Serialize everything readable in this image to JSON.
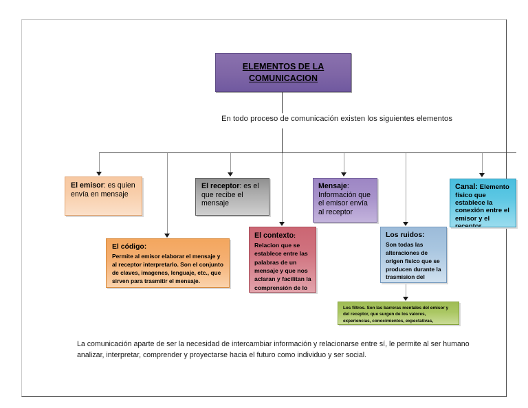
{
  "document": {
    "title": "ELEMENTOS DE LA COMUNICACION",
    "subtitle": "En todo proceso de comunicación existen los siguientes elementos",
    "footer": "La comunicación aparte de ser la necesidad de intercambiar información y relacionarse entre sí, le permite al ser humano analizar, interpretar, comprender y proyectarse hacia el futuro como individuo y ser social."
  },
  "nodes": {
    "emisor": {
      "heading": "El emisor",
      "body": ": es quien  envía en mensaje",
      "color": "#f8cda9"
    },
    "receptor": {
      "heading": "El receptor",
      "body": ": es el que recibe el mensaje",
      "color": "#a9a9a9"
    },
    "mensaje": {
      "heading": "Mensaje",
      "body": ": Información que el emisor envía al receptor",
      "color": "#a893cb"
    },
    "canal": {
      "heading": "Canal:",
      "body": " Elemento físico que establece la conexión entre el emisor y el receptor.",
      "color": "#5cc7e3"
    },
    "codigo": {
      "heading": "El código:",
      "body": "Permite al emisor elaborar el mensaje y al receptor interpretarlo. Son  el conjunto de claves, imagenes, lenguaje, etc., que sirven para trasmitir el mensaje.",
      "color": "#f5b073"
    },
    "contexto": {
      "heading": "El contexto",
      "body": ": Relacion que se establece entre las palabras de un mensaje y que nos aclaran y facilitan la comprensión de lo que se quiere expresar",
      "color": "#d0737f"
    },
    "ruidos": {
      "heading": "Los ruidos:",
      "body": "Son todas las alteraciones de origen fisico que se producen durante la trasmision del mensaje.",
      "color": "#a9c6e0"
    },
    "filtros": {
      "body": "Los filtros. Son las barreras mentales del emisor y del receptor, que surgen de los valores, experiencias, conocimientos, expectativas, prejuicios, etc.",
      "color": "#aac763"
    }
  }
}
